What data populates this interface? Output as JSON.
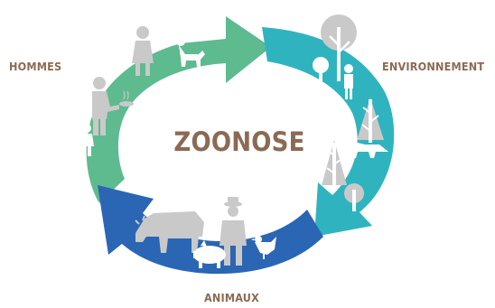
{
  "title": "ZOONOSE",
  "labels": {
    "humans": "HOMMES",
    "environment": "ENVIRONNEMENT",
    "animals": "ANIMAUX"
  },
  "colors": {
    "green_arrow": "#5dbb8f",
    "teal_arrow": "#2fb4bf",
    "blue_arrow": "#2a66b4",
    "label_brown": "#8b6a54",
    "icon_gray": "#c9c9c9",
    "icon_white": "#ffffff"
  },
  "icons": [
    "woman-icon",
    "dog-icon",
    "man-cooking-icon",
    "child-icon",
    "tree-icon",
    "person-icon",
    "fox-icon",
    "cow-icon",
    "farmer-icon",
    "pig-icon",
    "chicken-icon"
  ]
}
